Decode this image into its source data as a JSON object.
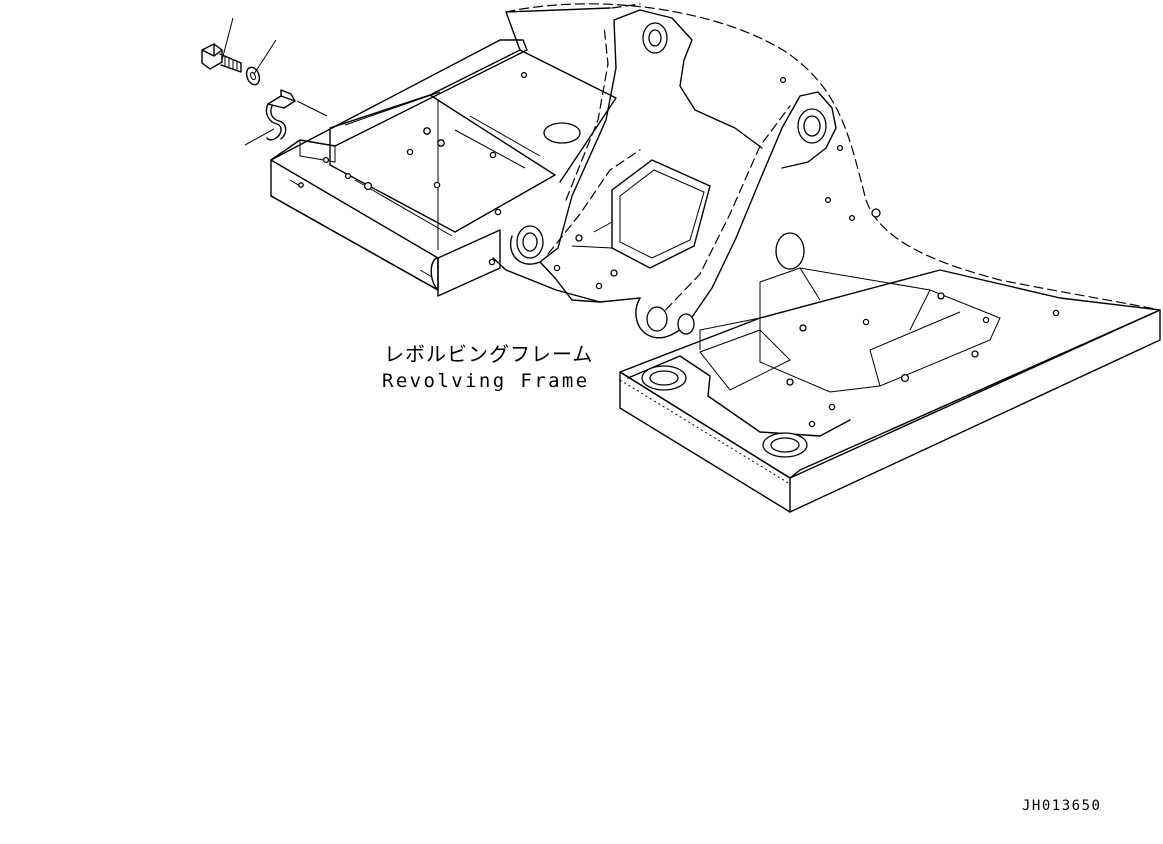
{
  "diagram": {
    "label_jp": "レボルビングフレーム",
    "label_en": "Revolving Frame",
    "drawing_number": "JH013650",
    "parts": [
      "bolt-icon",
      "washer-icon",
      "clamp-bracket-icon"
    ]
  }
}
